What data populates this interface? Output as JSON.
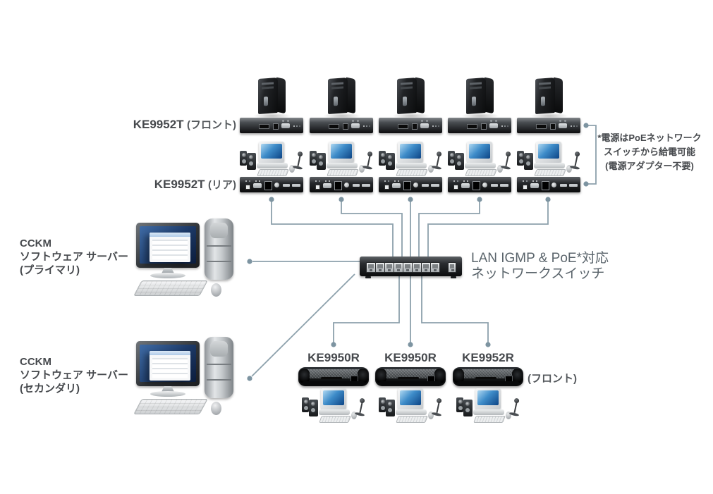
{
  "colors": {
    "background": "#ffffff",
    "connector": "#8da1ac",
    "connector_dot": "#7d94a1",
    "label_dark": "#46494d",
    "label_gray": "#5b656c"
  },
  "labels": {
    "tx_front": {
      "model": "KE9952T",
      "variant": "(フロント)"
    },
    "tx_rear": {
      "model": "KE9952T",
      "variant": "(リア)"
    },
    "switch": {
      "line1": "LAN IGMP & PoE*対応",
      "line2": "ネットワークスイッチ"
    },
    "poe_note": {
      "line1": "*電源はPoEネットワーク",
      "line2": "スイッチから給電可能",
      "line3": "(電源アダプター不要)"
    },
    "cckm_primary": {
      "line1": "CCKM",
      "line2": "ソフトウェア サーバー",
      "line3": "(プライマリ)"
    },
    "cckm_secondary": {
      "line1": "CCKM",
      "line2": "ソフトウェア サーバー",
      "line3": "(セカンダリ)"
    },
    "receivers": [
      {
        "model": "KE9950R",
        "variant": ""
      },
      {
        "model": "KE9950R",
        "variant": ""
      },
      {
        "model": "KE9952R",
        "variant": "(フロント)"
      }
    ]
  },
  "devices": {
    "source_pcs": {
      "count": 5
    },
    "transmitters": {
      "model": "KE9952T",
      "count": 5
    },
    "local_consoles": {
      "count": 5
    },
    "network_switch": {
      "count": 1,
      "lan_ports": 8,
      "uplink_ports": 1
    },
    "cckm_servers": {
      "count": 2
    },
    "receivers": {
      "count": 3
    },
    "remote_consoles": {
      "count": 3
    }
  },
  "icons": {
    "tower_pc": "tower-pc-icon",
    "transmitter_front": "kvm-extender-front-icon",
    "transmitter_rear": "kvm-extender-rear-icon",
    "console": "workstation-console-icon",
    "network_switch": "network-switch-icon",
    "cckm_server": "server-workstation-icon",
    "receiver": "kvm-receiver-icon"
  }
}
